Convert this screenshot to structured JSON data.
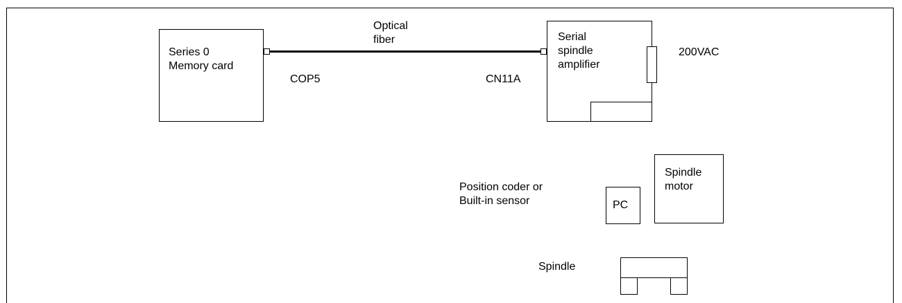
{
  "diagram": {
    "memory_card": {
      "label": "Series 0\nMemory card"
    },
    "cop5": {
      "label": "COP5"
    },
    "fiber": {
      "label": "Optical\nfiber"
    },
    "cn11a": {
      "label": "CN11A"
    },
    "amplifier": {
      "label": "Serial\nspindle\namplifier"
    },
    "power": {
      "label": "200VAC"
    },
    "spindle_motor": {
      "label": "Spindle\nmotor"
    },
    "position_coder": {
      "label": "Position coder or\nBuilt-in sensor"
    },
    "pc": {
      "label": "PC"
    },
    "spindle": {
      "label": "Spindle"
    }
  }
}
